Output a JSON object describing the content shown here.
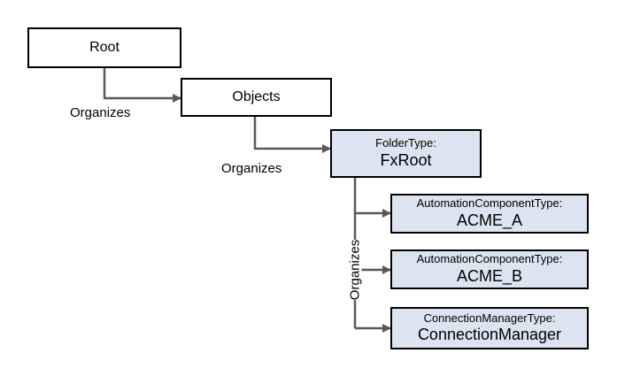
{
  "nodes": {
    "root": {
      "name": "Root"
    },
    "objects": {
      "name": "Objects"
    },
    "fxroot": {
      "type": "FolderType:",
      "name": "FxRoot"
    },
    "acme_a": {
      "type": "AutomationComponentType:",
      "name": "ACME_A"
    },
    "acme_b": {
      "type": "AutomationComponentType:",
      "name": "ACME_B"
    },
    "connection_manager": {
      "type": "ConnectionManagerType:",
      "name": "ConnectionManager"
    }
  },
  "references": {
    "root_to_objects": "Organizes",
    "objects_to_fxroot": "Organizes",
    "fxroot_to_children": "Organizes"
  },
  "colors": {
    "typed_node_fill": "#dbe4f0",
    "connector": "#595959",
    "border": "#000000"
  }
}
